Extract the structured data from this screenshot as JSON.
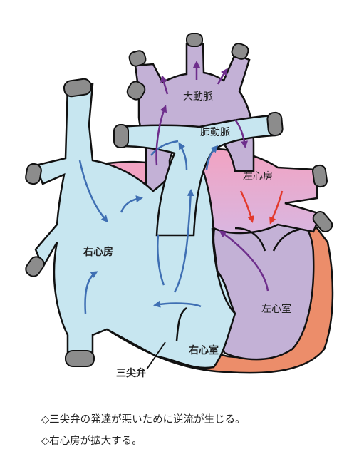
{
  "labels": {
    "aorta": "大動脈",
    "pulmonary_artery": "肺動脈",
    "left_atrium": "左心房",
    "right_atrium": "右心房",
    "left_ventricle": "左心室",
    "right_ventricle": "右心室",
    "tricuspid_valve": "三尖弁"
  },
  "notes": [
    "◇三尖弁の発達が悪いために逆流が生じる。",
    "◇右心房が拡大する。"
  ],
  "colors": {
    "right_side": "#c7e6f0",
    "aorta": "#c3b1d6",
    "left_atrium": "#f2a3c2",
    "myocardium": "#ec8d6a",
    "vessel_stub": "#8c8c8c",
    "arrow_blue": "#3f6fb3",
    "arrow_purple": "#6e2e8c",
    "arrow_red": "#e3392c"
  }
}
